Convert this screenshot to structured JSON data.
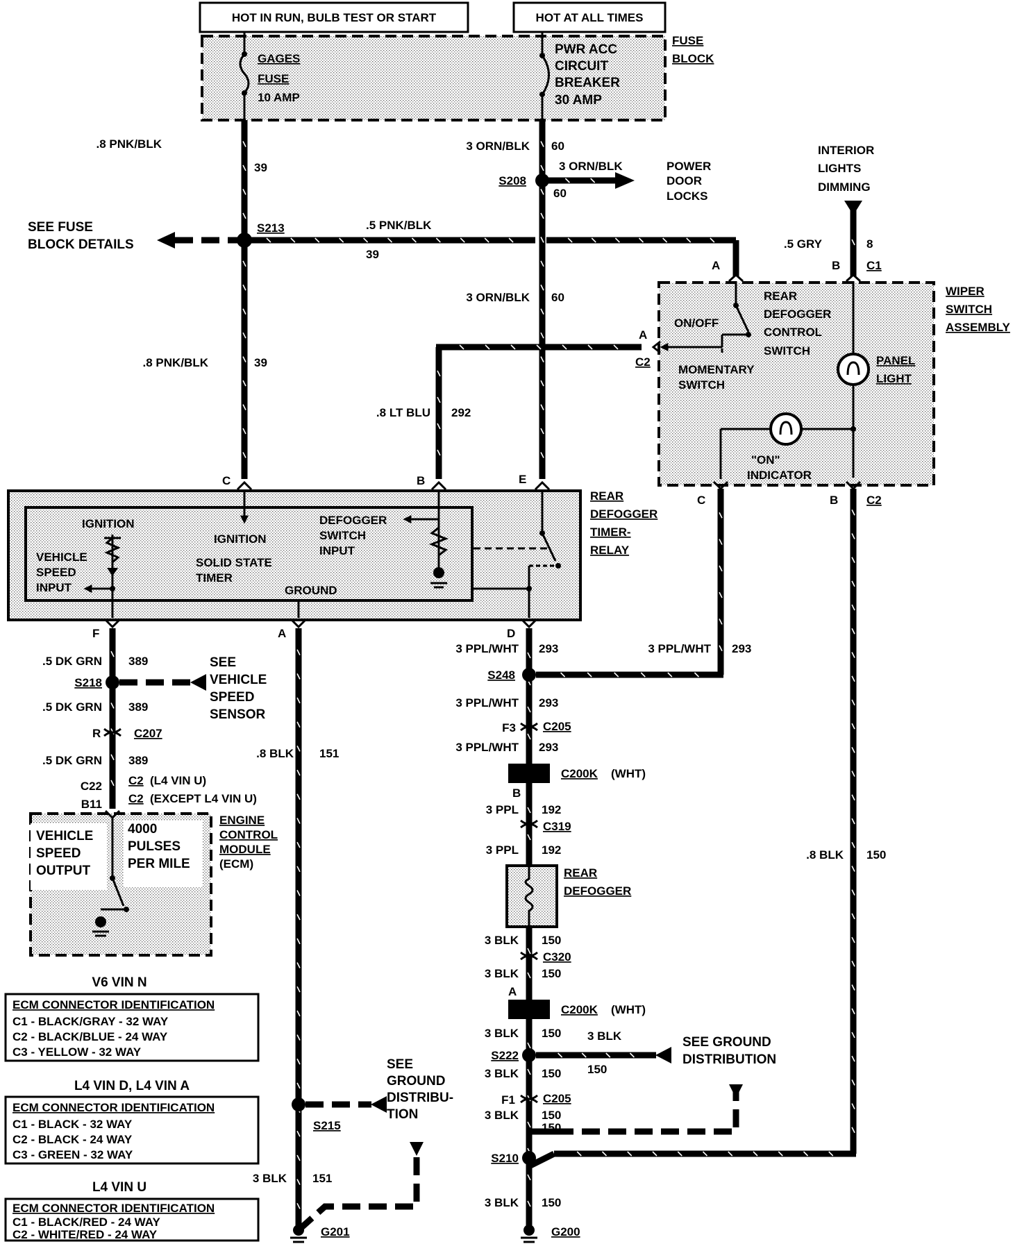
{
  "supply": {
    "run_label": "HOT IN RUN, BULB TEST OR START",
    "all_times_label": "HOT AT ALL TIMES"
  },
  "fuse_block": {
    "title": "FUSE",
    "title2": "BLOCK",
    "gages_1": "GAGES",
    "gages_2": "FUSE",
    "gages_3": "10 AMP",
    "pwr_1": "PWR ACC",
    "pwr_2": "CIRCUIT",
    "pwr_3": "BREAKER",
    "pwr_4": "30 AMP"
  },
  "wires": {
    "w39_a": ".8 PNK/BLK",
    "w39_a_num": "39",
    "w60_a": "3 ORN/BLK",
    "w60_a_num": "60",
    "w60_b": "3 ORN/BLK",
    "w60_b_num": "60",
    "w60_c": "3 ORN/BLK",
    "w60_c_num": "60",
    "w39_b": ".5 PNK/BLK",
    "w39_b_num": "39",
    "w39_c": ".8 PNK/BLK",
    "w39_c_num": "39",
    "w292": ".8 LT BLU",
    "w292_num": "292",
    "w8": ".5 GRY",
    "w8_num": "8",
    "w389_a": ".5 DK GRN",
    "w389_a_num": "389",
    "w389_b": ".5 DK GRN",
    "w389_b_num": "389",
    "w389_c": ".5 DK GRN",
    "w389_c_num": "389",
    "w151_a": ".8 BLK",
    "w151_a_num": "151",
    "w151_b": "3 BLK",
    "w151_b_num": "151",
    "w293_a": "3 PPL/WHT",
    "w293_a_num": "293",
    "w293_b": "3 PPL/WHT",
    "w293_b_num": "293",
    "w293_c": "3 PPL/WHT",
    "w293_c_num": "293",
    "w293_d": "3 PPL/WHT",
    "w293_d_num": "293",
    "w192_a": "3 PPL",
    "w192_a_num": "192",
    "w192_b": "3 PPL",
    "w192_b_num": "192",
    "w150_a": "3 BLK",
    "w150_a_num": "150",
    "w150_b": "3 BLK",
    "w150_b_num": "150",
    "w150_c": "3 BLK",
    "w150_c_num": "150",
    "w150_d": "3 BLK",
    "w150_d_num": "150",
    "w150_e": "3 BLK",
    "w150_e_num": "150",
    "w150_f": "3 BLK",
    "w150_f_num": "150",
    "w150_g": "3 BLK",
    "w150_g_num": "150",
    "w150_side": "3 BLK",
    "w150_side_num": "150",
    "w150_long": ".8 BLK",
    "w150_long_num": "150"
  },
  "splices": {
    "s208": "S208",
    "s213": "S213",
    "s218": "S218",
    "s248": "S248",
    "s222": "S222",
    "s215": "S215",
    "s210": "S210"
  },
  "grounds": {
    "g201": "G201",
    "g200": "G200"
  },
  "connectors": {
    "c207": "C207",
    "c205_a": "C205",
    "c205_b": "C205",
    "c200k_a": "C200K",
    "c200k_a_note": "(WHT)",
    "c200k_b": "C200K",
    "c200k_b_note": "(WHT)",
    "c319": "C319",
    "c320": "C320",
    "c1": "C1",
    "c2_top": "C2",
    "c2_bottom": "C2",
    "ecm_c22": "C22",
    "ecm_b11": "B11",
    "ecm_c2_a": "C2",
    "ecm_c2_a_note": "(L4 VIN U)",
    "ecm_c2_b": "C2",
    "ecm_c2_b_note": "(EXCEPT L4 VIN U)",
    "pin_r": "R",
    "pin_f3": "F3",
    "pin_b": "B",
    "pin_a": "A",
    "pin_f1": "F1",
    "pin_wiper_a_top": "A",
    "pin_wiper_b_top": "B",
    "pin_wiper_a_side": "A",
    "pin_wiper_c": "C",
    "pin_wiper_b": "B",
    "pin_timer_c": "C",
    "pin_timer_b": "B",
    "pin_timer_e": "E",
    "pin_timer_f": "F",
    "pin_timer_a": "A",
    "pin_timer_d": "D"
  },
  "destinations": {
    "power_door_1": "POWER",
    "power_door_2": "DOOR",
    "power_door_3": "LOCKS",
    "fuse_details_1": "SEE FUSE",
    "fuse_details_2": "BLOCK DETAILS",
    "interior_1": "INTERIOR",
    "interior_2": "LIGHTS",
    "interior_3": "DIMMING",
    "vss_1": "SEE",
    "vss_2": "VEHICLE",
    "vss_3": "SPEED",
    "vss_4": "SENSOR",
    "gd_a_1": "SEE",
    "gd_a_2": "GROUND",
    "gd_a_3": "DISTRIBU-",
    "gd_a_4": "TION",
    "gd_b_1": "SEE GROUND",
    "gd_b_2": "DISTRIBUTION"
  },
  "wiper": {
    "title_1": "WIPER",
    "title_2": "SWITCH",
    "title_3": "ASSEMBLY",
    "rear_1": "REAR",
    "rear_2": "DEFOGGER",
    "rear_3": "CONTROL",
    "rear_4": "SWITCH",
    "onoff": "ON/OFF",
    "momentary_1": "MOMENTARY",
    "momentary_2": "SWITCH",
    "panel_1": "PANEL",
    "panel_2": "LIGHT",
    "on_1": "\"ON\"",
    "on_2": "INDICATOR"
  },
  "timer": {
    "title_1": "REAR",
    "title_2": "DEFOGGER",
    "title_3": "TIMER-",
    "title_4": "RELAY",
    "ignition_a": "IGNITION",
    "ignition_b": "IGNITION",
    "vsi_1": "VEHICLE",
    "vsi_2": "SPEED",
    "vsi_3": "INPUT",
    "sst_1": "SOLID STATE",
    "sst_2": "TIMER",
    "dsi_1": "DEFOGGER",
    "dsi_2": "SWITCH",
    "dsi_3": "INPUT",
    "ground": "GROUND"
  },
  "ecm": {
    "vso_1": "VEHICLE",
    "vso_2": "SPEED",
    "vso_3": "OUTPUT",
    "pulses_1": "4000",
    "pulses_2": "PULSES",
    "pulses_3": "PER MILE",
    "name_1": "ENGINE",
    "name_2": "CONTROL",
    "name_3": "MODULE",
    "name_4": "(ECM)"
  },
  "rear_defogger": {
    "label_1": "REAR",
    "label_2": "DEFOGGER"
  },
  "tables": [
    {
      "heading": "V6 VIN N",
      "title": "ECM CONNECTOR IDENTIFICATION",
      "rows": [
        "C1 - BLACK/GRAY - 32 WAY",
        "C2 - BLACK/BLUE - 24 WAY",
        "C3 - YELLOW - 32 WAY"
      ]
    },
    {
      "heading": "L4 VIN D, L4 VIN A",
      "title": "ECM CONNECTOR IDENTIFICATION",
      "rows": [
        "C1 - BLACK - 32 WAY",
        "C2 - BLACK - 24 WAY",
        "C3 - GREEN - 32 WAY"
      ]
    },
    {
      "heading": "L4 VIN U",
      "title": "ECM CONNECTOR IDENTIFICATION",
      "rows": [
        "C1 - BLACK/RED - 24 WAY",
        "C2 - WHITE/RED - 24 WAY"
      ]
    }
  ]
}
